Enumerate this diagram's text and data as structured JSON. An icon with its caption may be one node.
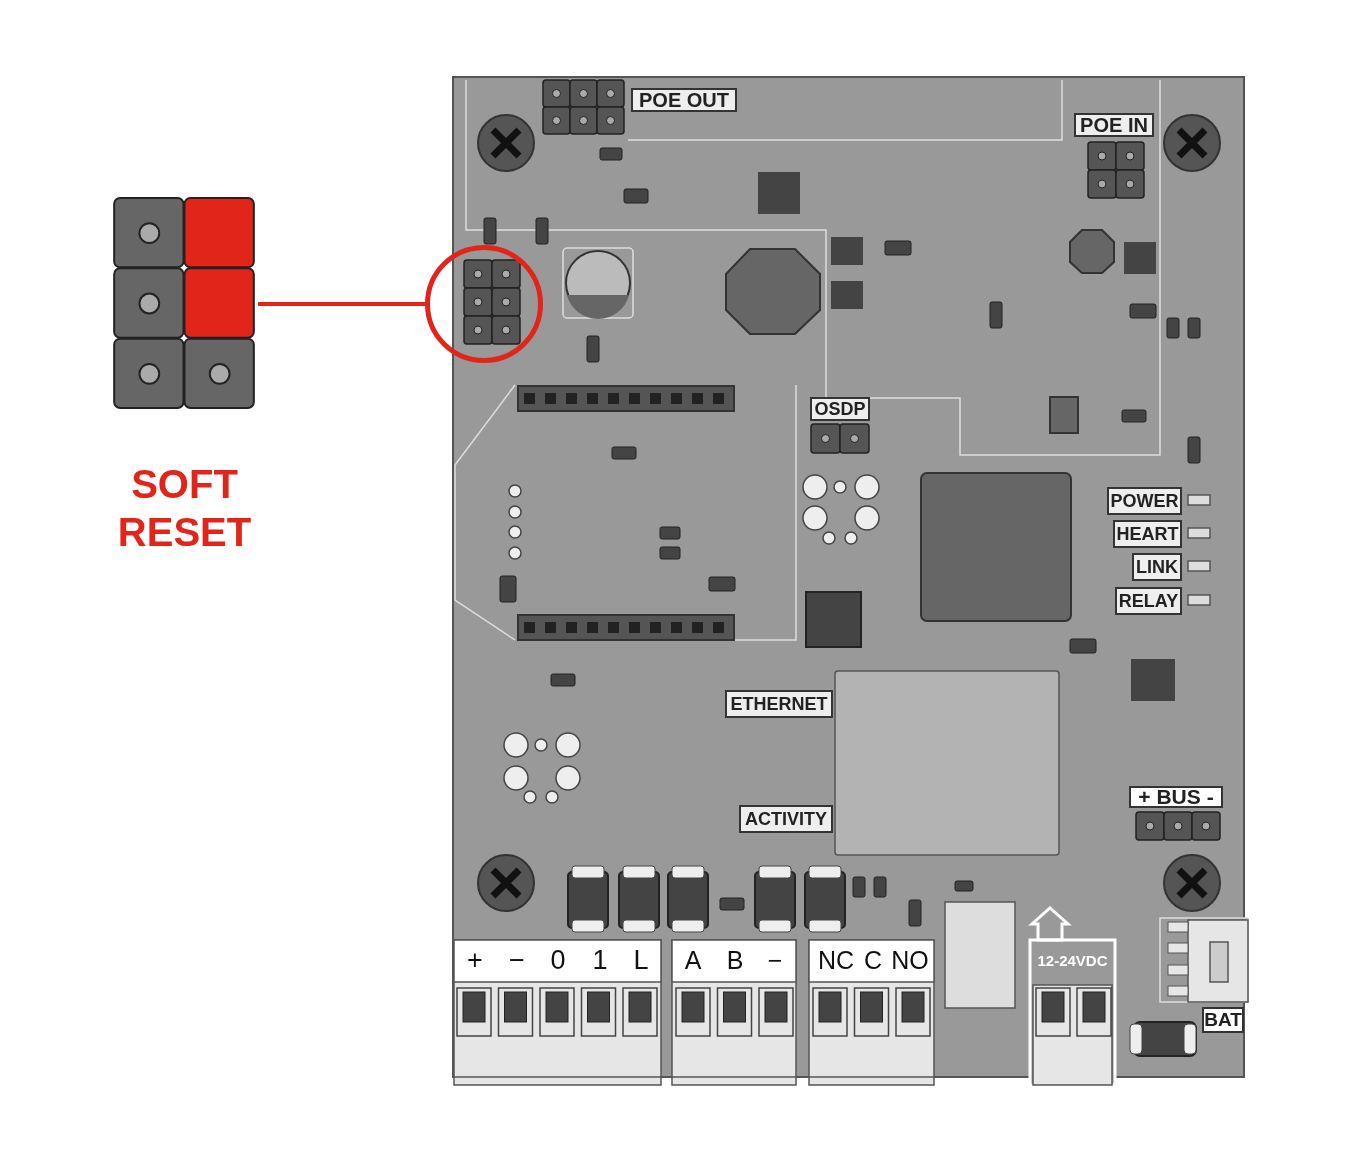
{
  "diagram": {
    "nodes": [
      {
        "text": [],
        "shape": "picture",
        "beside": [
          "SOFT RESET"
        ]
      },
      {
        "text": [],
        "shape": "circle"
      }
    ],
    "edges": [
      {
        "from": 0,
        "to": 1,
        "arrow": "none"
      }
    ],
    "labels": [
      "POE OUT",
      "POE IN",
      "OSDP",
      "POWER",
      "HEART",
      "LINK",
      "RELAY",
      "ETHERNET",
      "+ BUS -",
      "ACTIVITY",
      "+",
      "−",
      "0",
      "1",
      "L",
      "A",
      "B",
      "−",
      "NC",
      "C",
      "NO",
      "12-24VDC",
      "BAT"
    ]
  }
}
